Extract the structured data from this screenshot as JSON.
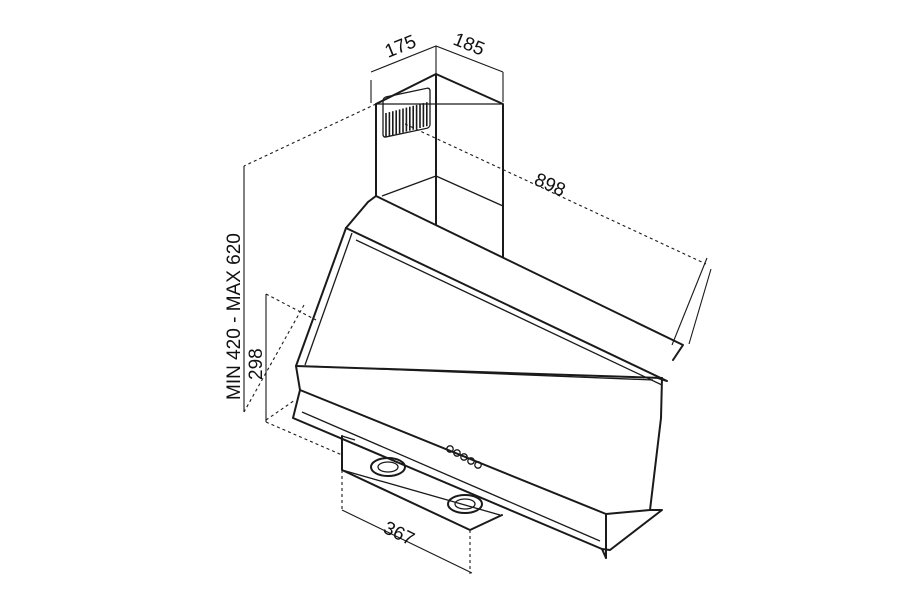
{
  "dimensions": {
    "chimney_depth": "175",
    "chimney_width": "185",
    "hood_width": "898",
    "height_range": "MIN 420 - MAX 620",
    "hood_height": "298",
    "hood_depth": "367"
  }
}
